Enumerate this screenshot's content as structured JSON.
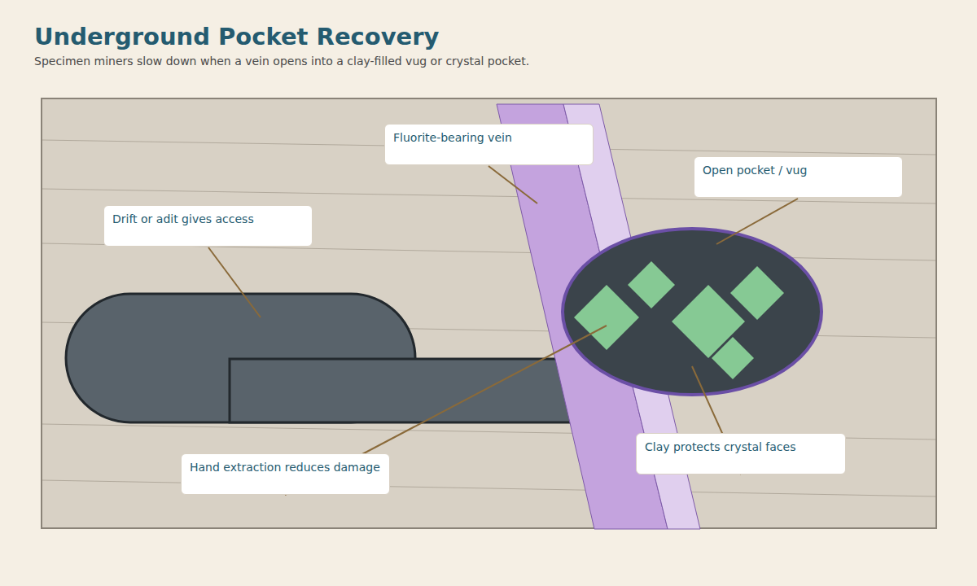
{
  "diagram": {
    "title": "Underground Pocket Recovery",
    "caption": "Specimen miners slow down when a vein opens into a clay-filled vug or crystal pocket.",
    "nodes": [
      {
        "text": [
          "Fluorite-bearing vein"
        ]
      },
      {
        "text": [
          "Open pocket / vug"
        ]
      },
      {
        "text": [
          "Drift or adit gives access"
        ]
      },
      {
        "text": [
          "Clay protects crystal faces"
        ]
      },
      {
        "text": [
          "Hand extraction reduces damage"
        ]
      }
    ]
  }
}
